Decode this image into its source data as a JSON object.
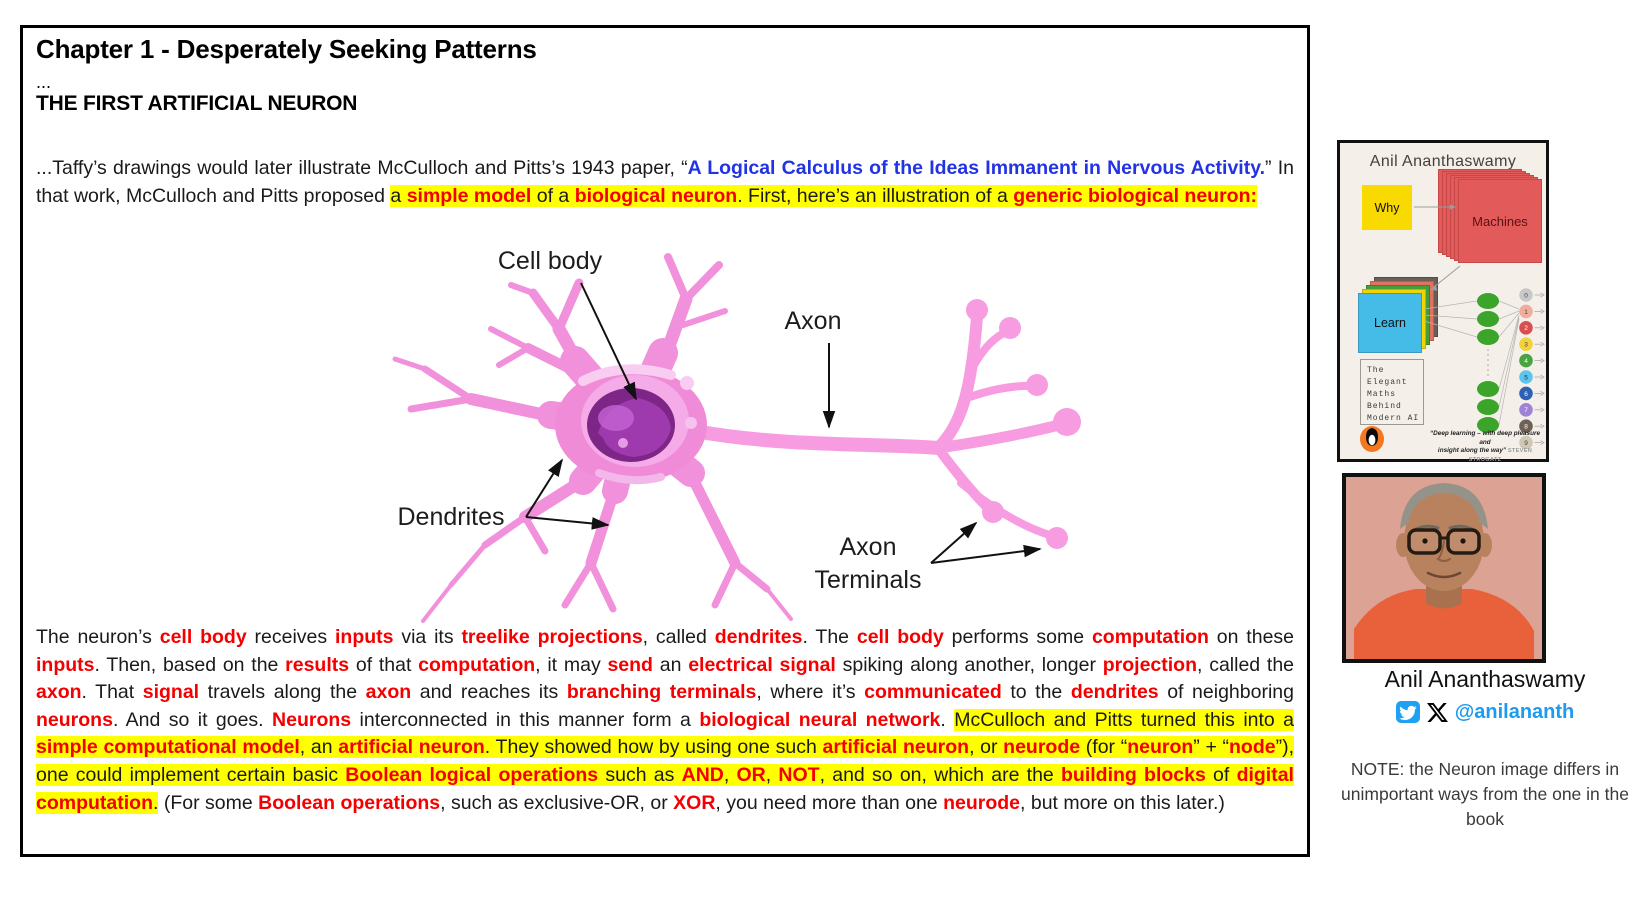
{
  "panel": {
    "chapter_title": "Chapter 1 - Desperately Seeking Patterns",
    "ellipsis": "...",
    "section_heading": "THE FIRST ARTIFICIAL NEURON",
    "para1_runs": [
      {
        "t": "...Taffy’s drawings would later illustrate McCulloch and Pitts’s 1943 paper, “",
        "s": ""
      },
      {
        "t": "A Logical Calculus of the Ideas Immanent in Nervous Activity.",
        "s": "blue"
      },
      {
        "t": "” In that work, McCulloch and Pitts proposed ",
        "s": ""
      },
      {
        "t": "a ",
        "s": "hl"
      },
      {
        "t": "simple model",
        "s": "hlred"
      },
      {
        "t": " of a ",
        "s": "hl"
      },
      {
        "t": "biological neuron",
        "s": "hlred"
      },
      {
        "t": ". First, here’s an illustration of a ",
        "s": "hl"
      },
      {
        "t": "generic biological neuron:",
        "s": "hlred"
      }
    ],
    "para2_runs": [
      {
        "t": "The neuron’s ",
        "s": ""
      },
      {
        "t": "cell body",
        "s": "red"
      },
      {
        "t": " receives ",
        "s": ""
      },
      {
        "t": "inputs",
        "s": "red"
      },
      {
        "t": " via its ",
        "s": ""
      },
      {
        "t": "treelike projections",
        "s": "red"
      },
      {
        "t": ", called ",
        "s": ""
      },
      {
        "t": "dendrites",
        "s": "red"
      },
      {
        "t": ". The ",
        "s": ""
      },
      {
        "t": "cell body",
        "s": "red"
      },
      {
        "t": " performs some ",
        "s": ""
      },
      {
        "t": "computation",
        "s": "red"
      },
      {
        "t": " on these ",
        "s": ""
      },
      {
        "t": "inputs",
        "s": "red"
      },
      {
        "t": ". Then, based on the ",
        "s": ""
      },
      {
        "t": "results",
        "s": "red"
      },
      {
        "t": " of that ",
        "s": ""
      },
      {
        "t": "computation",
        "s": "red"
      },
      {
        "t": ", it may ",
        "s": ""
      },
      {
        "t": "send",
        "s": "red"
      },
      {
        "t": " an ",
        "s": ""
      },
      {
        "t": "electrical signal",
        "s": "red"
      },
      {
        "t": " spiking along another, longer ",
        "s": ""
      },
      {
        "t": "projection",
        "s": "red"
      },
      {
        "t": ", called the ",
        "s": ""
      },
      {
        "t": "axon",
        "s": "red"
      },
      {
        "t": ". That ",
        "s": ""
      },
      {
        "t": "signal",
        "s": "red"
      },
      {
        "t": " travels along the ",
        "s": ""
      },
      {
        "t": "axon",
        "s": "red"
      },
      {
        "t": " and reaches its ",
        "s": ""
      },
      {
        "t": "branching terminals",
        "s": "red"
      },
      {
        "t": ", where it’s ",
        "s": ""
      },
      {
        "t": "communicated",
        "s": "red"
      },
      {
        "t": " to the ",
        "s": ""
      },
      {
        "t": "dendrites",
        "s": "red"
      },
      {
        "t": " of neighboring ",
        "s": ""
      },
      {
        "t": "neurons",
        "s": "red"
      },
      {
        "t": ". And so it goes. ",
        "s": ""
      },
      {
        "t": "Neurons",
        "s": "red"
      },
      {
        "t": " interconnected in this manner form a ",
        "s": ""
      },
      {
        "t": "biological neural network",
        "s": "red"
      },
      {
        "t": ". ",
        "s": ""
      },
      {
        "t": "McCulloch and Pitts turned this into a ",
        "s": "hl"
      },
      {
        "t": "simple computational model",
        "s": "hlred"
      },
      {
        "t": ", an ",
        "s": "hl"
      },
      {
        "t": "artificial neuron",
        "s": "hlred"
      },
      {
        "t": ". They showed how by using one such ",
        "s": "hl"
      },
      {
        "t": "artificial neuron",
        "s": "hlred"
      },
      {
        "t": ", or ",
        "s": "hl"
      },
      {
        "t": "neurode",
        "s": "hlred"
      },
      {
        "t": " (for “",
        "s": "hl"
      },
      {
        "t": "neuron",
        "s": "hlred"
      },
      {
        "t": "” + “",
        "s": "hl"
      },
      {
        "t": "node",
        "s": "hlred"
      },
      {
        "t": "”), one could implement certain basic ",
        "s": "hl"
      },
      {
        "t": "Boolean logical operations",
        "s": "hlred"
      },
      {
        "t": " such as ",
        "s": "hl"
      },
      {
        "t": "AND",
        "s": "hlred"
      },
      {
        "t": ", ",
        "s": "hl"
      },
      {
        "t": "OR",
        "s": "hlred"
      },
      {
        "t": ", ",
        "s": "hl"
      },
      {
        "t": "NOT",
        "s": "hlred"
      },
      {
        "t": ", and so on, which are the ",
        "s": "hl"
      },
      {
        "t": "building blocks",
        "s": "hlred"
      },
      {
        "t": " of ",
        "s": "hl"
      },
      {
        "t": "digital computation",
        "s": "hlred"
      },
      {
        "t": ".",
        "s": "hl"
      },
      {
        "t": " (For some ",
        "s": ""
      },
      {
        "t": "Boolean operations",
        "s": "red"
      },
      {
        "t": ", such as exclusive-OR, or ",
        "s": ""
      },
      {
        "t": "XOR",
        "s": "red"
      },
      {
        "t": ", you need more than one ",
        "s": ""
      },
      {
        "t": "neurode",
        "s": "red"
      },
      {
        "t": ", but more on this later.)",
        "s": ""
      }
    ]
  },
  "diagram": {
    "labels": {
      "cell_body": "Cell body",
      "axon": "Axon",
      "dendrites": "Dendrites",
      "axon_terminals_line1": "Axon",
      "axon_terminals_line2": "Terminals"
    },
    "colors": {
      "neuron_pink": "#f79ce1",
      "soma_pink": "#f08bd8",
      "nucleus_purple": "#7e2588",
      "highlight_yellow": "#ffff00",
      "emphasis_red": "#f50000",
      "link_blue": "#2233e6"
    }
  },
  "sidebar": {
    "book_cover": {
      "author": "Anil Ananthaswamy",
      "why_label": "Why",
      "machines_label": "Machines",
      "learn_label": "Learn",
      "tagline_lines": [
        "The",
        "Elegant",
        "Maths",
        "Behind",
        "Modern AI"
      ],
      "quote_line1": "“Deep learning – with deep pleasure and",
      "quote_line2": "insight along the way”",
      "quote_attrib": "STEVEN STROGATZ",
      "publisher_icon": "penguin-logo",
      "digits": [
        {
          "n": "0",
          "bg": "#c8c8c8",
          "fg": "#444"
        },
        {
          "n": "1",
          "bg": "#efad9e",
          "fg": "#444"
        },
        {
          "n": "2",
          "bg": "#d94f4f",
          "fg": "#fff"
        },
        {
          "n": "3",
          "bg": "#f2d13b",
          "fg": "#444"
        },
        {
          "n": "4",
          "bg": "#47a53f",
          "fg": "#fff"
        },
        {
          "n": "5",
          "bg": "#5bc4ef",
          "fg": "#333"
        },
        {
          "n": "6",
          "bg": "#2e61b3",
          "fg": "#fff"
        },
        {
          "n": "7",
          "bg": "#9f82d6",
          "fg": "#fff"
        },
        {
          "n": "8",
          "bg": "#6f6157",
          "fg": "#fff"
        },
        {
          "n": "9",
          "bg": "#cfc8b6",
          "fg": "#444"
        }
      ]
    },
    "author_name": "Anil Ananthaswamy",
    "handle": "@anilananth",
    "note": "NOTE: the Neuron image differs in unimportant ways from the one in the book"
  }
}
